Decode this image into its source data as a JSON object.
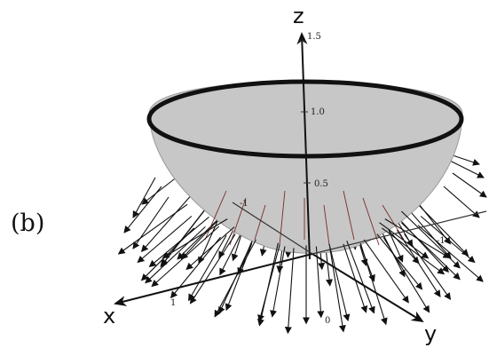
{
  "panel_label": "(b)",
  "axes": {
    "x": "x",
    "y": "y",
    "z": "z"
  },
  "z_ticks": [
    "1.5",
    "1.0",
    "0.5",
    "0"
  ],
  "x_ticks": [
    "-1",
    "1"
  ],
  "y_ticks": [
    "-1"
  ],
  "colors": {
    "surface_fill": "#c7c7c7",
    "rim": "#111111",
    "vector": "#111111",
    "inner_vector": "#7a2a2a"
  },
  "arrow_count": 64
}
